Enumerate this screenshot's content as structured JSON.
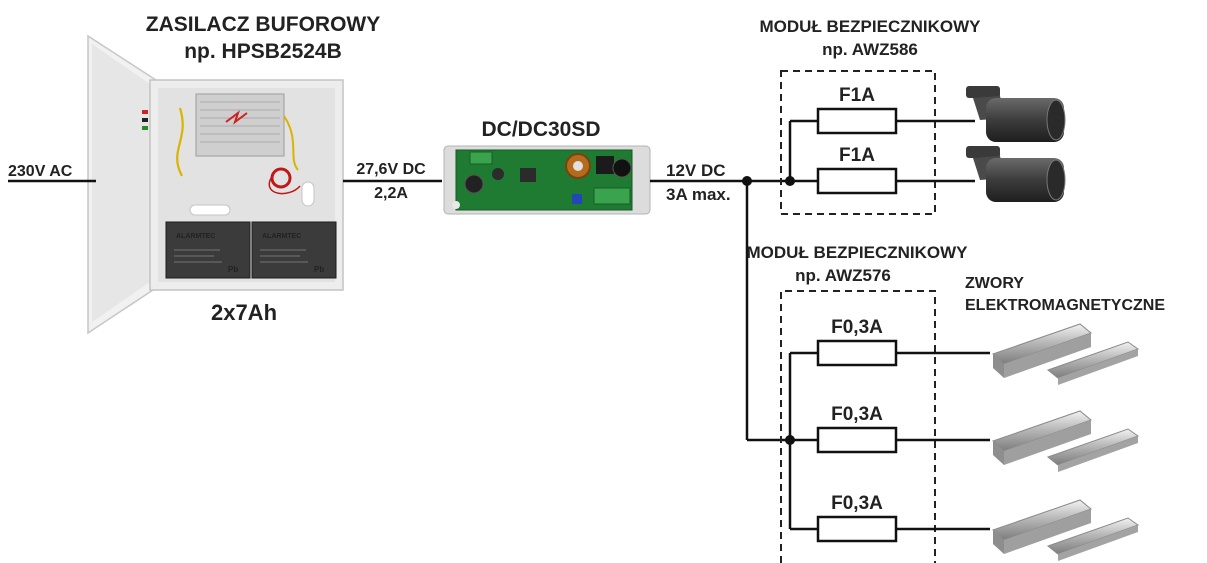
{
  "psu": {
    "title_line1": "ZASILACZ BUFOROWY",
    "title_line2": "np. HPSB2524B",
    "battery_label": "2x7Ah",
    "battery_brand": "ALARMTEC",
    "battery_mark": "Pb"
  },
  "input": {
    "label": "230V AC"
  },
  "link_psu_dc": {
    "voltage": "27,6V DC",
    "current": "2,2A"
  },
  "converter": {
    "title": "DC/DC30SD"
  },
  "output": {
    "voltage": "12V DC",
    "current": "3A max."
  },
  "module_top": {
    "title_line1": "MODUŁ BEZPIECZNIKOWY",
    "title_line2": "np. AWZ586",
    "fuses": [
      "F1A",
      "F1A"
    ]
  },
  "module_bottom": {
    "title_line1": "MODUŁ BEZPIECZNIKOWY",
    "title_line2": "np. AWZ576",
    "fuses": [
      "F0,3A",
      "F0,3A",
      "F0,3A"
    ]
  },
  "locks": {
    "title_line1": "ZWORY",
    "title_line2": "ELEKTROMAGNETYCZNE"
  }
}
